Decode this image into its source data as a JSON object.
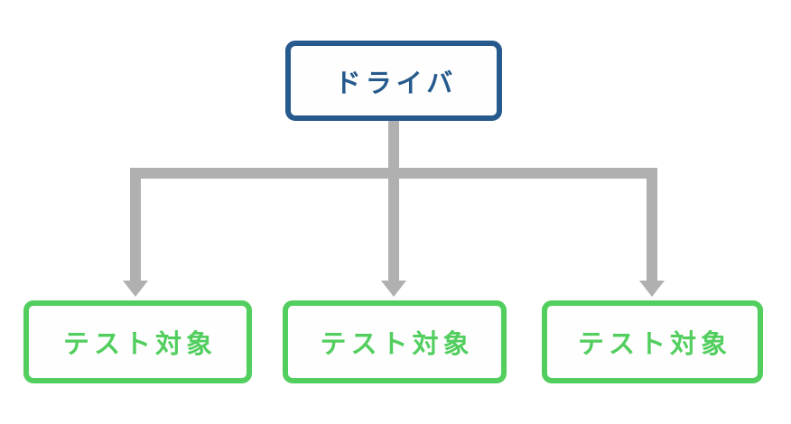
{
  "colors": {
    "background": "#ffffff",
    "driver_accent": "#26598c",
    "target_accent": "#52ce5e",
    "connector_gray": "#b0b0b0"
  },
  "nodes": {
    "driver": {
      "label": "ドライバ"
    },
    "targets": [
      {
        "label": "テスト対象"
      },
      {
        "label": "テスト対象"
      },
      {
        "label": "テスト対象"
      }
    ]
  }
}
